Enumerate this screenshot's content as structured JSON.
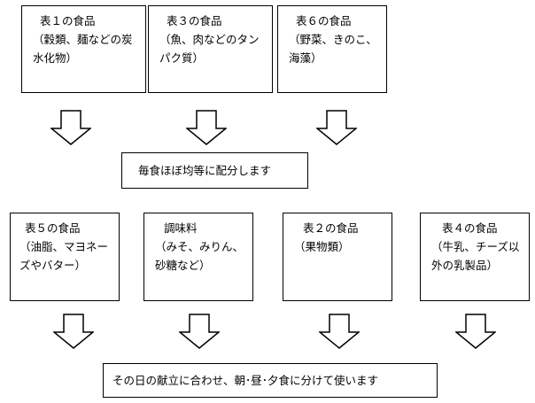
{
  "top_boxes": [
    {
      "title": "表１の食品",
      "desc": "（穀類、麺などの炭水化物）"
    },
    {
      "title": "表３の食品",
      "desc": "（魚、肉などのタンパク質）"
    },
    {
      "title": "表６の食品",
      "desc": "（野菜、きのこ、海藻）"
    }
  ],
  "middle_note": "毎食ほぼ均等に配分します",
  "bottom_boxes": [
    {
      "title": "表５の食品",
      "desc": "（油脂、マヨネーズやバター）"
    },
    {
      "title": "調味料",
      "desc": "（みそ、みりん、砂糖など）"
    },
    {
      "title": "表２の食品",
      "desc": "（果物類）"
    },
    {
      "title": "表４の食品",
      "desc": "（牛乳、チーズ以外の乳製品）"
    }
  ],
  "bottom_note": "その日の献立に合わせ、朝･昼･夕食に分けて使います"
}
